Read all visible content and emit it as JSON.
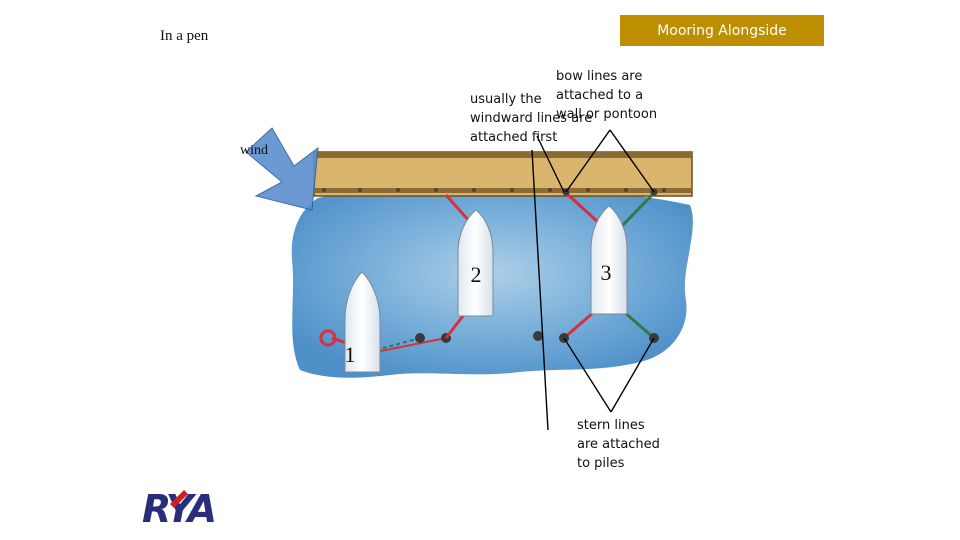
{
  "slide": {
    "title": "Mooring Alongside",
    "subtitle": "In a pen"
  },
  "annotations": {
    "bow_lines": [
      "bow lines are",
      "attached to a",
      "wall or pontoon"
    ],
    "windward": [
      "usually the",
      "windward lines are",
      "attached first"
    ],
    "stern_lines": [
      "stern lines",
      "are attached",
      "to piles"
    ],
    "wind": "wind"
  },
  "boats": {
    "boat1": "1",
    "boat2": "2",
    "boat3": "3"
  },
  "logo": {
    "text": "RYA",
    "color": "#2a2d7a",
    "accent": "#cc1f2a"
  },
  "colors": {
    "title_bg": "#bd8f00",
    "water": "#5a9ed0",
    "pontoon": "#d9b56e",
    "bow_line": "#d8303a",
    "windward_line": "#2f7a4a",
    "arrow": "#5b8fd0"
  }
}
